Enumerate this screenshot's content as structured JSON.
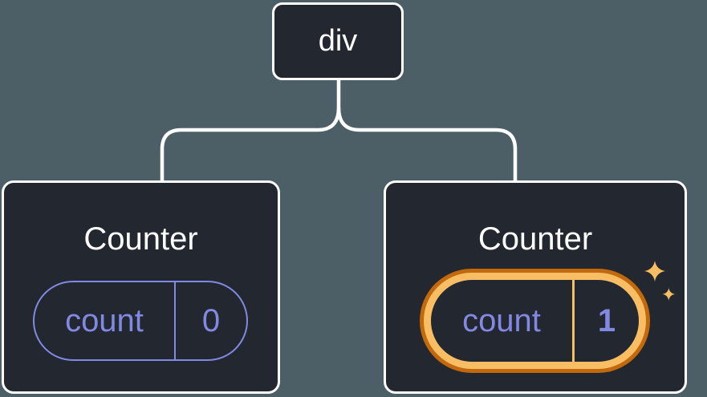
{
  "diagram": {
    "root": {
      "label": "div"
    },
    "children": [
      {
        "title": "Counter",
        "state": {
          "key": "count",
          "value": "0"
        },
        "highlighted": false
      },
      {
        "title": "Counter",
        "state": {
          "key": "count",
          "value": "1"
        },
        "highlighted": true
      }
    ]
  },
  "icons": {
    "sparkles": "sparkles-icon"
  },
  "colors": {
    "background": "#4d5f66",
    "node_fill": "#23272f",
    "node_border": "#ffffff",
    "edge": "#ffffff",
    "state_accent_purple": "#8289e2",
    "highlight_orange_dark": "#c2690e",
    "highlight_orange_light": "#f9bd64",
    "title_text": "#ffffff"
  }
}
